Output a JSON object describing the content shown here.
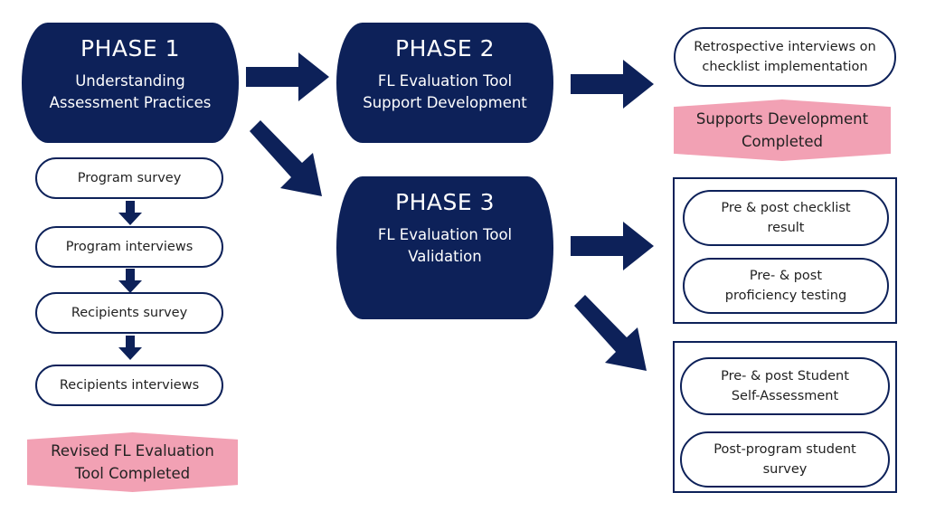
{
  "colors": {
    "phase_fill": "#0d2159",
    "phase_text": "#ffffff",
    "outline": "#0d2159",
    "milestone_fill": "#f2a1b4",
    "body_text": "#222222"
  },
  "phases": [
    {
      "title": "PHASE 1",
      "subtitle_lines": [
        "Understanding",
        "Assessment Practices"
      ]
    },
    {
      "title": "PHASE 2",
      "subtitle_lines": [
        "FL Evaluation Tool",
        "Support Development"
      ]
    },
    {
      "title": "PHASE 3",
      "subtitle_lines": [
        "FL Evaluation Tool",
        "Validation"
      ]
    }
  ],
  "phase1_steps": [
    {
      "label": "Program survey"
    },
    {
      "label": "Program interviews"
    },
    {
      "label": "Recipients survey"
    },
    {
      "label": "Recipients interviews"
    }
  ],
  "phase2_outputs": [
    {
      "lines": [
        "Retrospective interviews on",
        "checklist implementation"
      ]
    }
  ],
  "phase3_groups": [
    {
      "items": [
        {
          "lines": [
            "Pre & post checklist",
            "result"
          ]
        },
        {
          "lines": [
            "Pre- & post",
            "proficiency testing"
          ]
        }
      ]
    },
    {
      "items": [
        {
          "lines": [
            "Pre- & post Student",
            "Self-Assessment"
          ]
        },
        {
          "lines": [
            "Post-program student",
            "survey"
          ]
        }
      ]
    }
  ],
  "milestones": [
    {
      "lines": [
        "Revised FL Evaluation",
        "Tool Completed"
      ]
    },
    {
      "lines": [
        "Supports Development",
        "Completed"
      ]
    }
  ],
  "arrows": [
    {
      "from": "PHASE 1",
      "to": "PHASE 2",
      "icon": "arrow-right-icon"
    },
    {
      "from": "PHASE 1",
      "to": "PHASE 3",
      "icon": "arrow-down-right-icon"
    },
    {
      "from": "PHASE 2",
      "to": "Retrospective interviews",
      "icon": "arrow-right-icon"
    },
    {
      "from": "PHASE 3",
      "to": "checklist/proficiency group",
      "icon": "arrow-right-icon"
    },
    {
      "from": "PHASE 3",
      "to": "self-assessment/survey group",
      "icon": "arrow-down-right-icon"
    },
    {
      "from": "Program survey",
      "to": "Program interviews",
      "icon": "arrow-down-icon"
    },
    {
      "from": "Program interviews",
      "to": "Recipients survey",
      "icon": "arrow-down-icon"
    },
    {
      "from": "Recipients survey",
      "to": "Recipients interviews",
      "icon": "arrow-down-icon"
    }
  ]
}
